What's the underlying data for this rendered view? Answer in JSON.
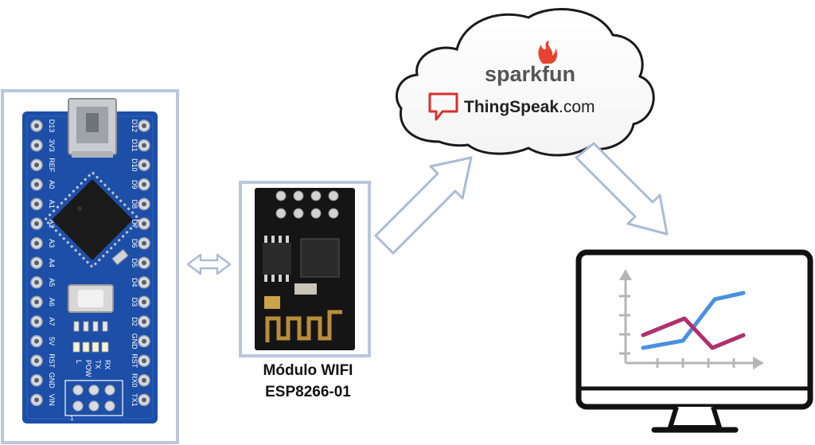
{
  "arduino": {
    "pins_left": [
      "D13",
      "3V3",
      "REF",
      "A0",
      "A1",
      "A2",
      "A3",
      "A4",
      "A5",
      "A6",
      "A7",
      "5V",
      "RST",
      "GND",
      "VIN"
    ],
    "pins_right": [
      "D12",
      "D11",
      "D10",
      "D9",
      "D8",
      "D7",
      "D6",
      "D5",
      "D4",
      "D3",
      "D2",
      "GND",
      "RST",
      "RX0",
      "TX1"
    ],
    "led_labels": [
      "L",
      "POW",
      "TX",
      "RX"
    ],
    "icsp_label": "1"
  },
  "esp_module": {
    "caption_line1": "Módulo WIFI",
    "caption_line2": "ESP8266-01"
  },
  "cloud": {
    "service1": "sparkfun",
    "service2_main": "ThingSpeak",
    "service2_suffix": ".com"
  },
  "monitor": {
    "chart_lines": [
      {
        "color": "#4a90e2"
      },
      {
        "color": "#b0306e"
      }
    ]
  },
  "colors": {
    "frame": "#b9c6dc",
    "arrow_stroke": "#a9bbd6",
    "board_blue": "#1d4fa8",
    "sparkfun_red": "#e8432f",
    "thingspeak_red": "#d9302b"
  }
}
